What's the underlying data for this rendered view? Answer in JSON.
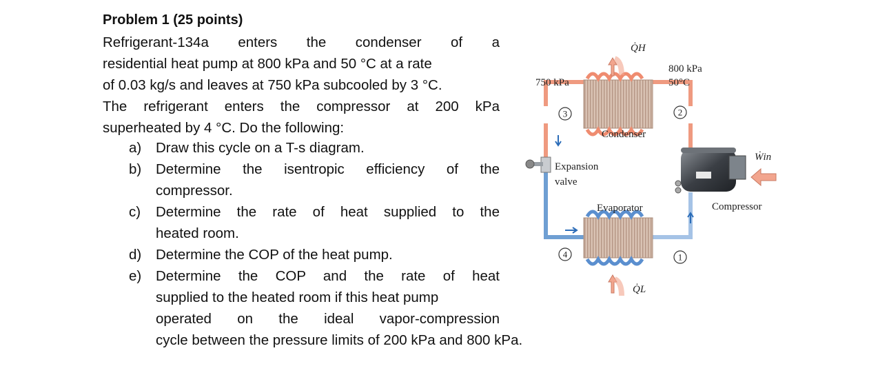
{
  "problem": {
    "title": "Problem 1 (25 points)",
    "intro_lines": [
      "Refrigerant-134a    enters    the    condenser    of    a",
      "residential heat pump at 800 kPa and 50 °C at a rate",
      "of 0.03 kg/s and leaves at 750 kPa subcooled by 3 °C.",
      "The refrigerant enters the compressor at 200 kPa",
      "superheated by 4 °C. Do the following:"
    ],
    "items": [
      {
        "marker": "a)",
        "lines": [
          "Draw this cycle on a T-s diagram."
        ]
      },
      {
        "marker": "b)",
        "lines": [
          "Determine the isentropic efficiency of the",
          "compressor."
        ]
      },
      {
        "marker": "c)",
        "lines": [
          "Determine the rate of heat supplied to the",
          "heated room."
        ]
      },
      {
        "marker": "d)",
        "lines": [
          "Determine the COP of the heat pump."
        ]
      },
      {
        "marker": "e)",
        "lines": [
          "Determine the COP and the rate of heat",
          "supplied to the heated room if this heat pump",
          "operated on the ideal vapor-compression"
        ]
      }
    ],
    "tail": "cycle between the pressure limits of 200 kPa and 800 kPa."
  },
  "diagram": {
    "q_high": "Q̇H",
    "q_low": "Q̇L",
    "w_in": "Ẇin",
    "p_condenser_in": "800 kPa",
    "t_condenser_in": "50°C",
    "p_condenser_out": "750 kPa",
    "condenser": "Condenser",
    "evaporator": "Evaporator",
    "expansion_1": "Expansion",
    "expansion_2": "valve",
    "compressor": "Compressor",
    "state_1": "1",
    "state_2": "2",
    "state_3": "3",
    "state_4": "4",
    "colors": {
      "hot_pipe": "#ef9a80",
      "cold_pipe": "#6f9fd3",
      "coil": "#d2b7a6",
      "arrow": "#f2a58e",
      "blue_arrow": "#2b6cb8"
    }
  }
}
